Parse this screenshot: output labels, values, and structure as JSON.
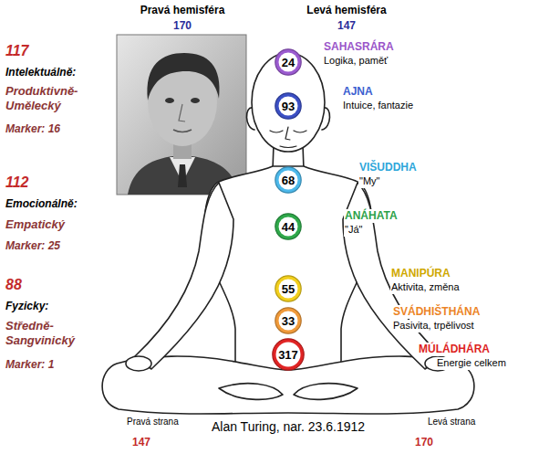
{
  "diagram": {
    "caption": "Alan Turing, nar. 23.6.1912",
    "nodes": [
      {
        "text": [
          "24"
        ]
      },
      {
        "text": [
          "93"
        ]
      },
      {
        "text": [
          "68"
        ]
      },
      {
        "text": [
          "44"
        ]
      },
      {
        "text": [
          "55"
        ]
      },
      {
        "text": [
          "33"
        ]
      },
      {
        "text": [
          "317"
        ]
      }
    ],
    "labels": [
      "Pravá hemisféra",
      "170",
      "Levá hemisféra",
      "147",
      "117",
      "Intelektuálně:",
      "Produktivně- Umělecký",
      "Marker: 16",
      "SAHASRÁRA",
      "Logika, paměť",
      "AJNA",
      "Intuice, fantazie",
      "VIŠUDDHA",
      "\"My\"",
      "112",
      "Emocionálně:",
      "Empatický",
      "Marker: 25",
      "ANÁHATA",
      "\"Já\"",
      "MANIPÚRA",
      "Aktivita, změna",
      "88",
      "Fyzicky:",
      "Středně- Sangvinický",
      "Marker: 1",
      "SVÁDHIŠTHÁNA",
      "Pasivita, trpělivost",
      "MÚLÁDHÁRA",
      "Energie celkem",
      "Pravá strana",
      "Levá strana",
      "147",
      "170"
    ]
  }
}
